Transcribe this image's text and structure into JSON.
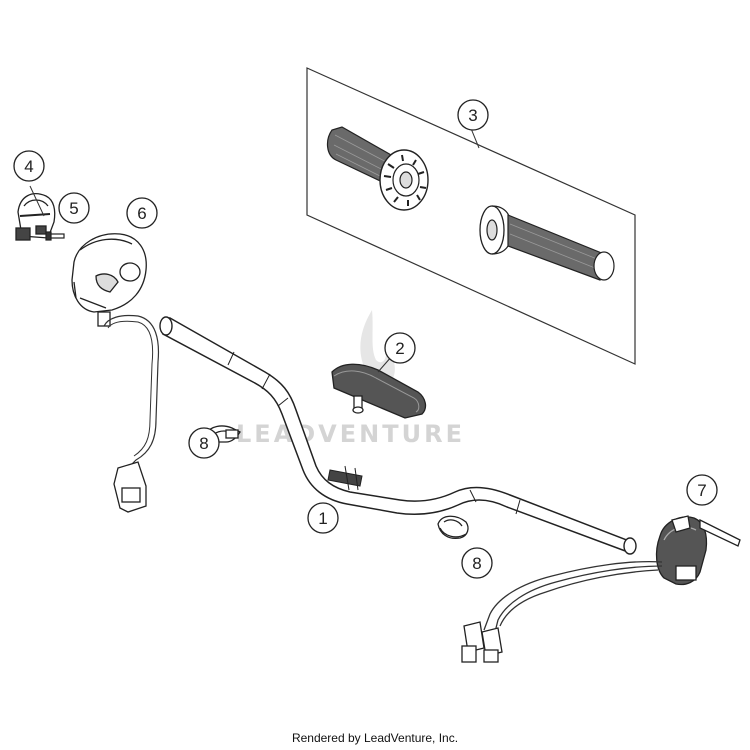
{
  "watermark": "LEADVENTURE",
  "footer": "Rendered by LeadVenture, Inc.",
  "callouts": {
    "c1": "1",
    "c2": "2",
    "c3": "3",
    "c4": "4",
    "c5": "5",
    "c6": "6",
    "c7": "7",
    "c8a": "8",
    "c8b": "8"
  },
  "parts": {
    "handlebar": {
      "callout": "1"
    },
    "handlebar_pad": {
      "callout": "2"
    },
    "grip_set": {
      "callout": "3"
    },
    "clamp": {
      "callout": "4"
    },
    "screw": {
      "callout": "5"
    },
    "left_switch": {
      "callout": "6"
    },
    "right_switch": {
      "callout": "7"
    },
    "cable_clip": {
      "callout": "8"
    }
  }
}
